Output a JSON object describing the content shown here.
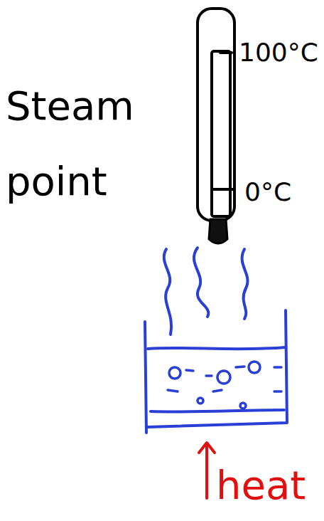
{
  "diagram": {
    "labels": [
      "Steam point",
      "100°C",
      "0°C",
      "heat"
    ]
  }
}
